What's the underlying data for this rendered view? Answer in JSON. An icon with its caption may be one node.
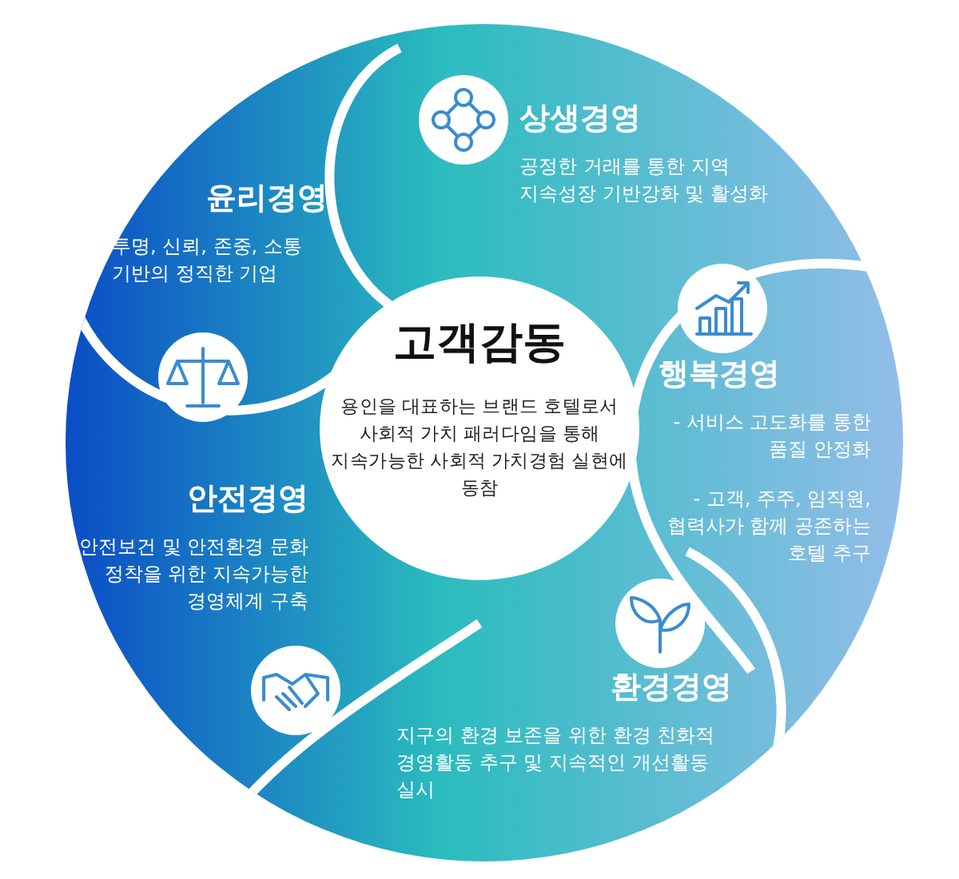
{
  "diagram": {
    "nodes": [
      {
        "text": [
          "상생경영",
          "공정한 거래를 통한 지역 지속성장 기반강화 및 활성화"
        ]
      },
      {
        "text": [
          "윤리경영",
          "투명, 신뢰, 존중, 소통 기반의 정직한 기업"
        ]
      },
      {
        "text": [
          "고객감동",
          "용인을 대표하는 브랜드 호텔로서 사회적 가치 패러다임을 통해 지속가능한 사회적 가치경험 실현에 동참"
        ]
      },
      {
        "text": [
          "행복경영",
          "- 서비스 고도화를 통한 품질 안정화",
          "- 고객, 주주, 임직원, 협력사가 함께 공존하는 호텔 추구"
        ]
      },
      {
        "text": [
          "안전경영",
          "안전보건 및 안전환경 문화 정착을 위한 지속가능한 경영체계 구축"
        ]
      },
      {
        "text": [
          "환경경영",
          "지구의 환경 보존을 위한 환경 친화적 경영활동 추구 및 지속적인 개선활동 실시"
        ]
      }
    ]
  }
}
